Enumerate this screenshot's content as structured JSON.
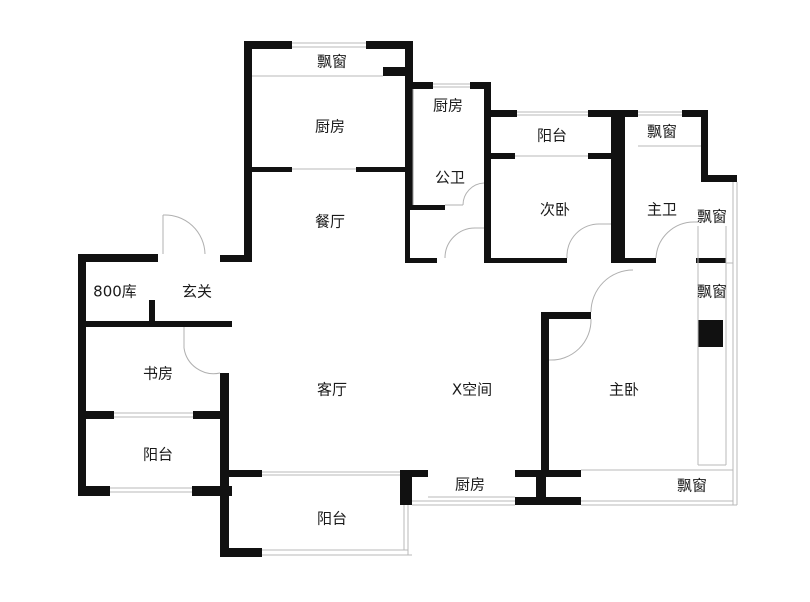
{
  "labels": {
    "bay_window_top": "飘窗",
    "kitchen_top": "厨房",
    "kitchen_small": "厨房",
    "public_bath": "公卫",
    "balcony_top": "阳台",
    "second_bedroom": "次卧",
    "bay_window_master_bath": "飘窗",
    "master_bath": "主卫",
    "bay_window_right_1": "飘窗",
    "bay_window_right_2": "飘窗",
    "dining": "餐厅",
    "storage": "800库",
    "foyer": "玄关",
    "study": "书房",
    "living": "客厅",
    "x_space": "X空间",
    "master_bedroom": "主卧",
    "balcony_left": "阳台",
    "balcony_bottom": "阳台",
    "kitchen_bottom": "厨房",
    "bay_window_bottom": "飘窗"
  }
}
